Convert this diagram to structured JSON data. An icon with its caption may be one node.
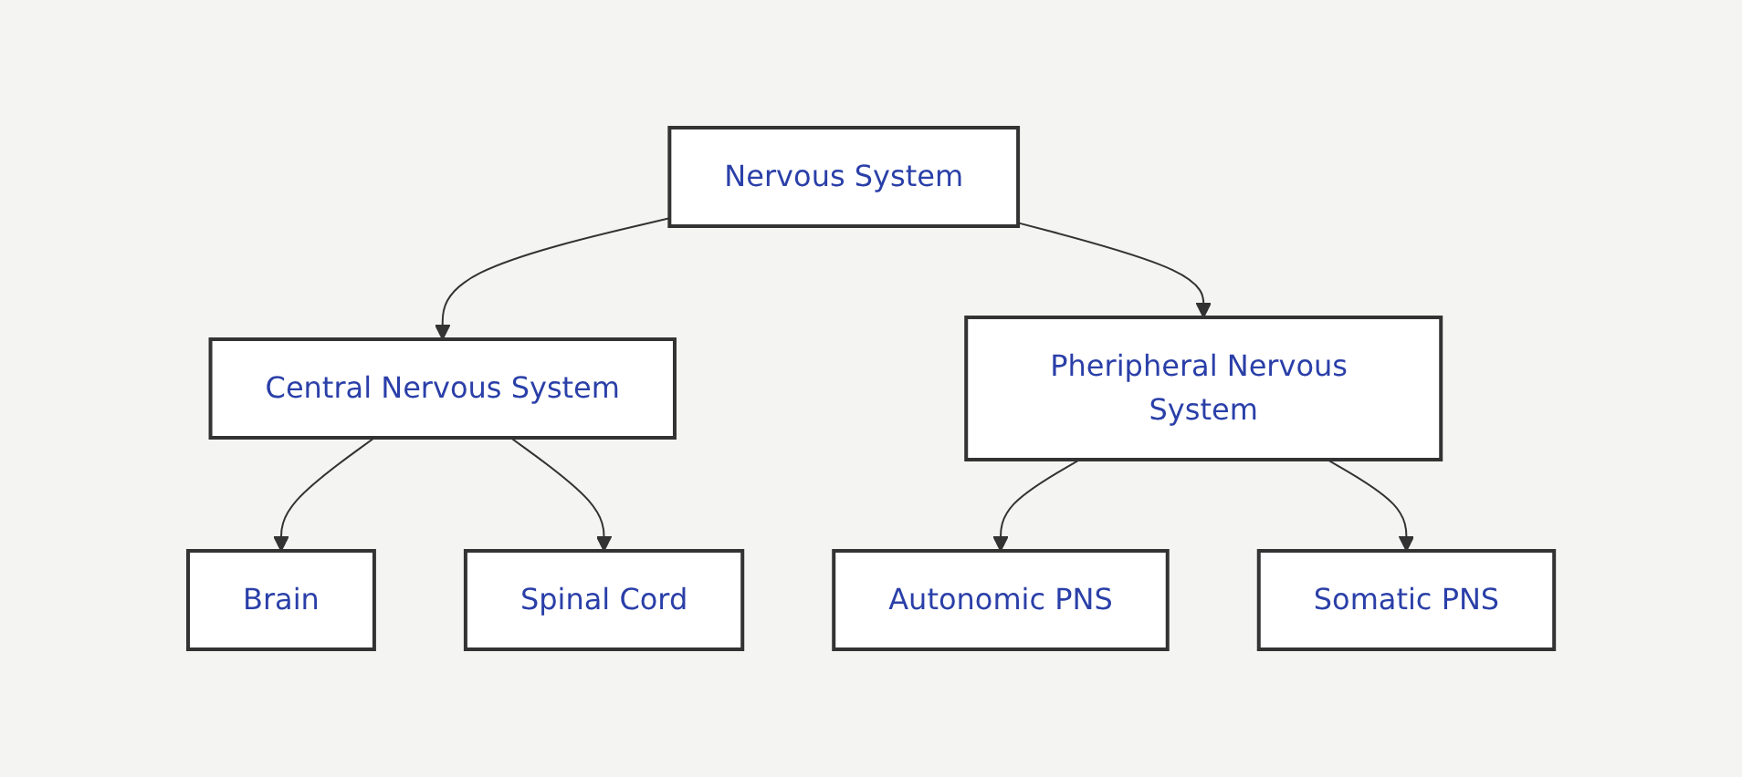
{
  "diagram": {
    "nodes": [
      {
        "text": [
          "Nervous System"
        ]
      },
      {
        "text": [
          "Central Nervous System"
        ]
      },
      {
        "text": [
          "Pheripheral Nervous System"
        ]
      },
      {
        "text": [
          "Brain"
        ]
      },
      {
        "text": [
          "Spinal Cord"
        ]
      },
      {
        "text": [
          "Autonomic PNS"
        ]
      },
      {
        "text": [
          "Somatic PNS"
        ]
      }
    ],
    "edges": [
      {
        "from": 0,
        "to": 1,
        "arrow": "to"
      },
      {
        "from": 0,
        "to": 2,
        "arrow": "to"
      },
      {
        "from": 1,
        "to": 3,
        "arrow": "to"
      },
      {
        "from": 1,
        "to": 4,
        "arrow": "to"
      },
      {
        "from": 2,
        "to": 5,
        "arrow": "to"
      },
      {
        "from": 2,
        "to": 6,
        "arrow": "to"
      }
    ]
  }
}
